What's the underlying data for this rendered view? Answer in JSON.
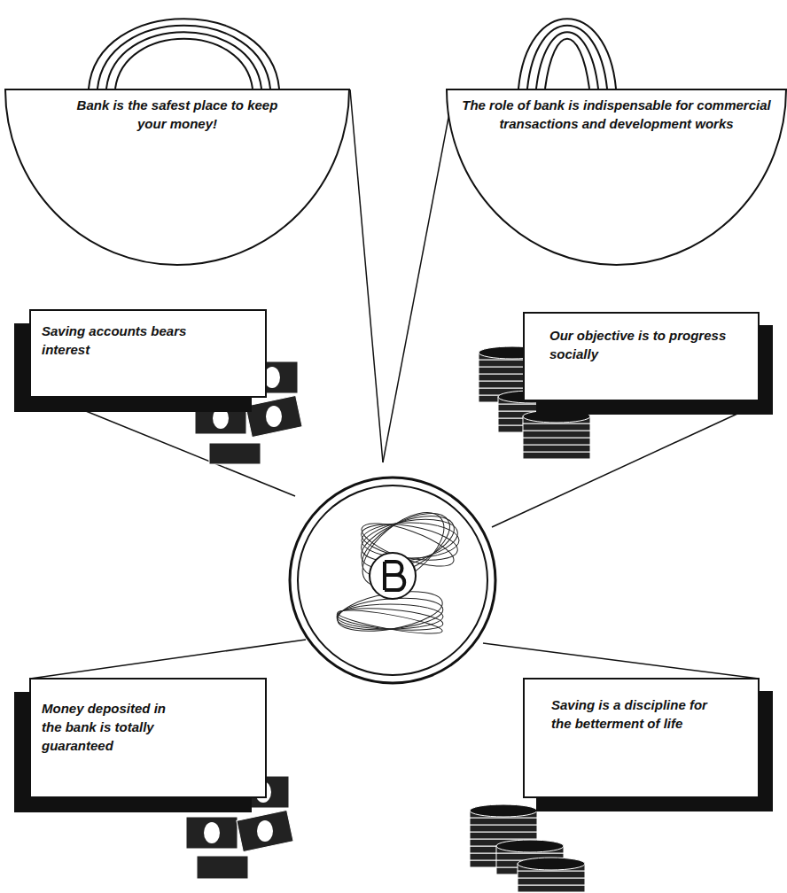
{
  "diagram": {
    "nodes": [
      {
        "text": [
          "Bank is the safest place to keep your money!"
        ]
      },
      {
        "text": [
          "The role of bank is indispensable for commercial transactions and development works"
        ]
      },
      {
        "text": [
          "Saving accounts bears interest"
        ]
      },
      {
        "text": [
          "Our objective is to progress socially"
        ]
      },
      {
        "text": [
          "Money deposited in the bank is totally guaranteed"
        ]
      },
      {
        "text": [
          "Saving is a discipline for the betterment of life"
        ]
      }
    ]
  }
}
